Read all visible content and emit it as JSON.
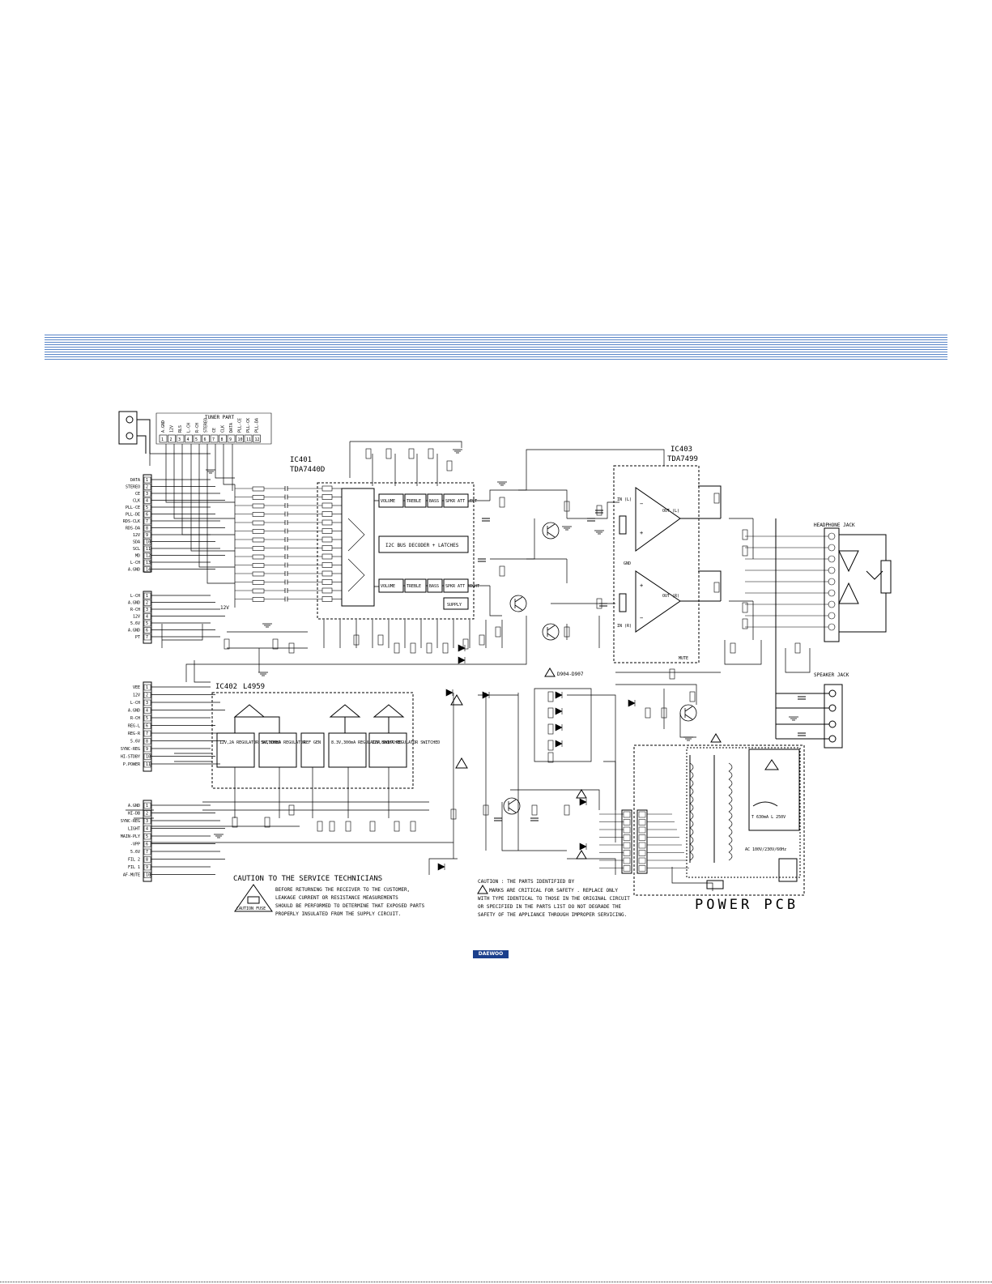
{
  "logo": "DAEWOO",
  "ic401": {
    "ref": "IC401",
    "part": "TDA7440D",
    "blocks": [
      "VOLUME",
      "TREBLE",
      "BASS",
      "SPKR ATT LEFT",
      "I2C BUS DECODER + LATCHES",
      "VOLUME",
      "TREBLE",
      "BASS",
      "SPKR ATT RIGHT",
      "SUPPLY"
    ]
  },
  "ic402": {
    "ref": "IC402",
    "part": "L4959",
    "blocks": [
      "12V,2A REGULATOR SWITCHED",
      "5V,300mA REGULATOR",
      "REF GEN",
      "8.3V,300mA REGULATOR SWITCHED",
      "12V,800mA REGULATOR SWITCHED"
    ]
  },
  "ic403": {
    "ref": "IC403",
    "part": "TDA7499",
    "pins": [
      "IN (L)",
      "OUT (L)",
      "IN (R)",
      "OUT (R)",
      "GND",
      "MUTE"
    ]
  },
  "tuner": {
    "title": "TUNER PART",
    "pins": [
      "A.GND",
      "12V",
      "RLS",
      "L-CH",
      "R-CH",
      "STEREO",
      "CE",
      "CLK",
      "DATA",
      "PLL-CE",
      "PLL-CK",
      "PLL-DA"
    ]
  },
  "cn_left_1": [
    "DATA",
    "STEREO",
    "CE",
    "CLK",
    "PLL-CE",
    "PLL-DE",
    "RDS-CLK",
    "RDS-DA",
    "12V",
    "SDA",
    "SCL",
    "MD",
    "L-CH",
    "A.GND"
  ],
  "cn_left_2": [
    "L-CH",
    "A.GND",
    "R-CH",
    "12V",
    "5.6V",
    "A.GND",
    "PT"
  ],
  "cn_left_3": [
    "VEE",
    "12V",
    "L-CH",
    "A.GND",
    "R-CH",
    "REG-L",
    "REG-R",
    "5.6V",
    "SYNC-REG",
    "HI-STDBY",
    "P.POWER"
  ],
  "cn_left_4": [
    "A.GND",
    "HI-DB",
    "SYNC-REG",
    "LIGHT",
    "MAIN-PLY",
    "-VPP",
    "5.6V",
    "FIL 2",
    "FIL 1",
    "AF-MUTE"
  ],
  "headphone": {
    "title": "HEADPHONE JACK"
  },
  "speaker": {
    "title": "SPEAKER JACK"
  },
  "power": {
    "title": "POWER PCB",
    "fuse": "T 630mA L 250V",
    "ac": "AC 100V/230V/60Hz",
    "caution_part": "CAUTION FUSE"
  },
  "caution_service": {
    "title": "CAUTION TO THE SERVICE TECHNICIANS",
    "lines": [
      "BEFORE RETURNING THE RECEIVER TO THE CUSTOMER,",
      "LEAKAGE CURRENT OR RESISTANCE MEASUREMENTS",
      "SHOULD BE PERFORMED TO DETERMINE THAT EXPOSED PARTS",
      "PROPERLY INSULATED FROM THE SUPPLY CIRCUIT."
    ]
  },
  "caution_parts": {
    "lines": [
      "CAUTION : THE PARTS IDENTIFIED BY",
      "MARKS ARE CRITICAL FOR SAFETY . REPLACE ONLY",
      "WITH TYPE IDENTICAL TO THOSE IN THE ORIGINAL CIRCUIT",
      "OR SPECIFIED IN THE PARTS LIST DO NOT DEGRADE THE",
      "SAFETY OF THE APPLIANCE THROUGH IMPROPER SERVICING."
    ]
  },
  "diodes_label": "D904-D907",
  "supply_label": "12V"
}
